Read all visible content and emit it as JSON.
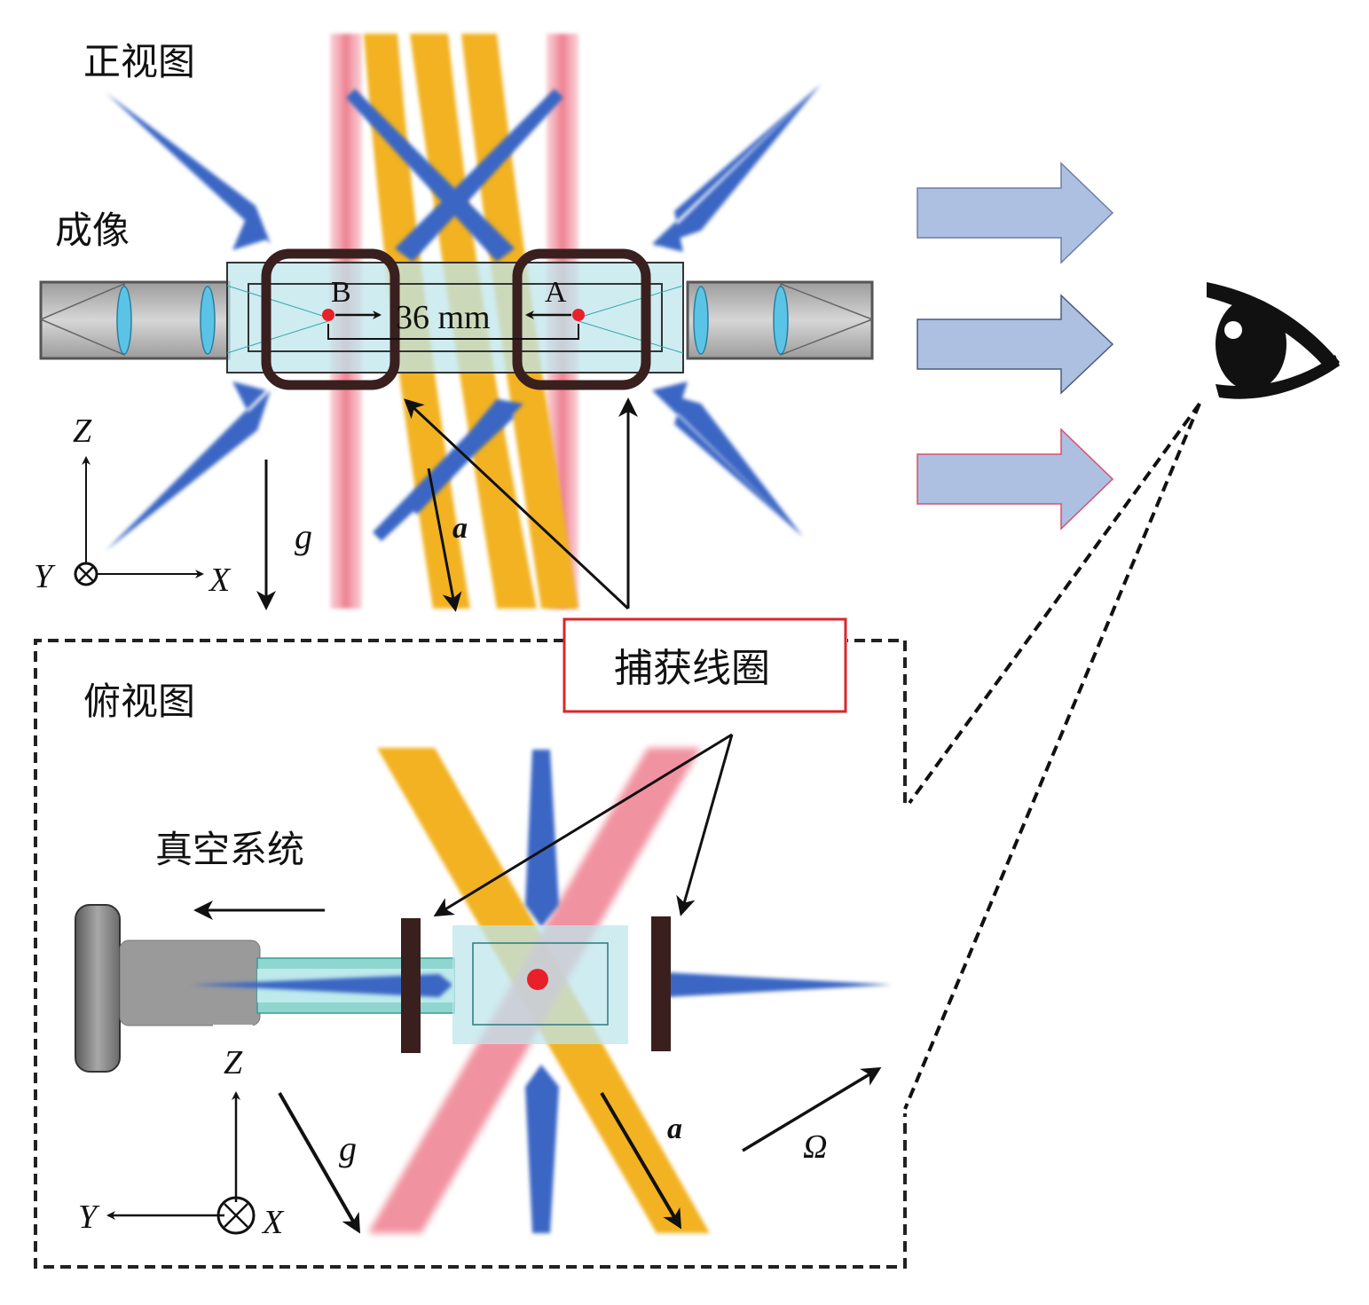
{
  "front_view": {
    "title": "正视图",
    "imaging_label": "成像",
    "point_b": "B",
    "point_a": "A",
    "separation": "36 mm",
    "axes": {
      "z": "Z",
      "y": "Y",
      "x": "X"
    },
    "gravity": "g",
    "acceleration": "a"
  },
  "callout": {
    "label": "捕获线圈",
    "border_color": "#d9262b"
  },
  "top_view": {
    "title": "俯视图",
    "vacuum_label": "真空系统",
    "axes": {
      "z": "Z",
      "y": "Y",
      "x": "X"
    },
    "gravity": "g",
    "acceleration": "a",
    "rotation": "Ω"
  },
  "colors": {
    "cooling_beam": "#3a66c4",
    "raman_beam": "#f0b429",
    "push_beam": "#ee7f8f",
    "cell": "#bfe6ec",
    "coil": "#3a1f1f",
    "view_arrow": "#adc0e2",
    "atom": "#e8202a"
  }
}
